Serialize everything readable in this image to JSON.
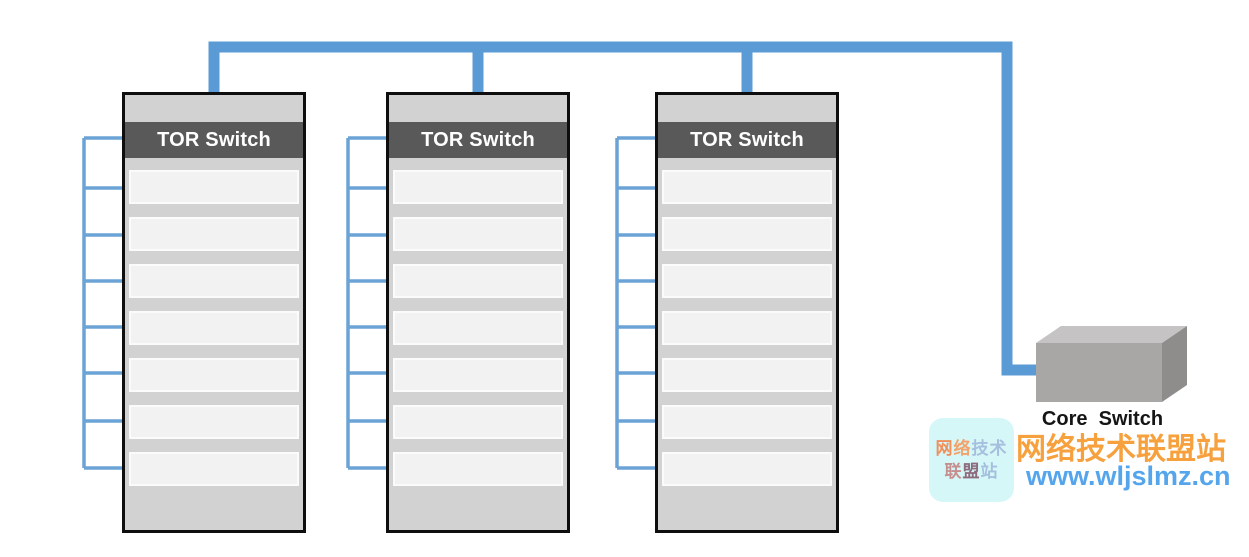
{
  "diagram": {
    "racks": [
      {
        "id": "rack-1",
        "switch_label": "TOR Switch",
        "server_slots": 7
      },
      {
        "id": "rack-2",
        "switch_label": "TOR Switch",
        "server_slots": 7
      },
      {
        "id": "rack-3",
        "switch_label": "TOR Switch",
        "server_slots": 7
      }
    ],
    "core_switch": {
      "label": "Core  Switch"
    },
    "colors": {
      "uplink_blue": "#5b9bd5",
      "cable_blue": "#6ba3d6",
      "rack_background": "#d2d2d2",
      "rack_border": "#0e0e0e",
      "header_background": "#595959",
      "header_text": "#ffffff",
      "slot_fill": "#f2f2f2",
      "core_box_top": "#c5c3c3",
      "core_box_front": "#a9a6a6",
      "core_box_side": "#8f8c8c"
    }
  },
  "watermark": {
    "logo": {
      "background": "#d6f7f8",
      "line1_chars": [
        {
          "ch": "网",
          "color": "#f08f5a"
        },
        {
          "ch": "络",
          "color": "#f2a36b"
        },
        {
          "ch": "技",
          "color": "#a5c0de"
        },
        {
          "ch": "术",
          "color": "#a5c0de"
        }
      ],
      "line2_chars": [
        {
          "ch": "联",
          "color": "#c68f8f"
        },
        {
          "ch": "盟",
          "color": "#8d6b7d"
        },
        {
          "ch": "站",
          "color": "#a5c0de"
        }
      ]
    },
    "site_name": "网络技术联盟站",
    "site_name_color": "#f6a13e",
    "site_url": "www.wljslmz.cn",
    "site_url_color": "#55a5ec"
  }
}
